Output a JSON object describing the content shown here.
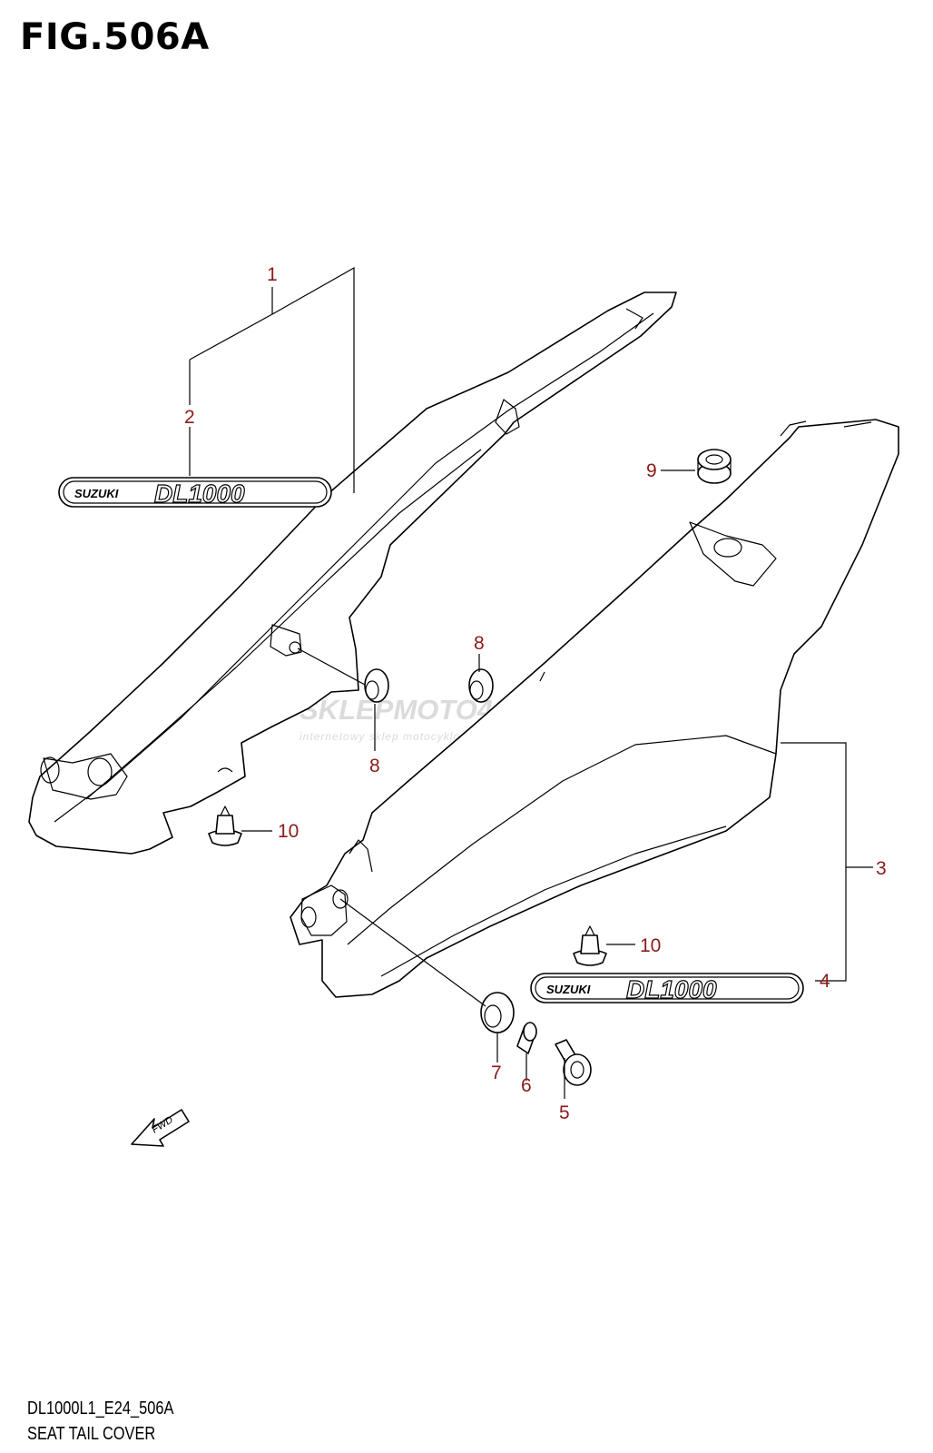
{
  "figure": {
    "title": "FIG.506A",
    "code": "DL1000L1_E24_506A",
    "name": "SEAT TAIL COVER"
  },
  "callouts": {
    "c1": "1",
    "c2": "2",
    "c3": "3",
    "c4": "4",
    "c5": "5",
    "c6": "6",
    "c7": "7",
    "c8a": "8",
    "c8b": "8",
    "c9": "9",
    "c10a": "10",
    "c10b": "10"
  },
  "emblem": {
    "brand": "SUZUKI",
    "model": "DL1000"
  },
  "fwd_label": "FWD",
  "watermark": {
    "brand": "SKLEPMOTO46.PL",
    "tagline": "internetowy sklep motocyklowy"
  }
}
